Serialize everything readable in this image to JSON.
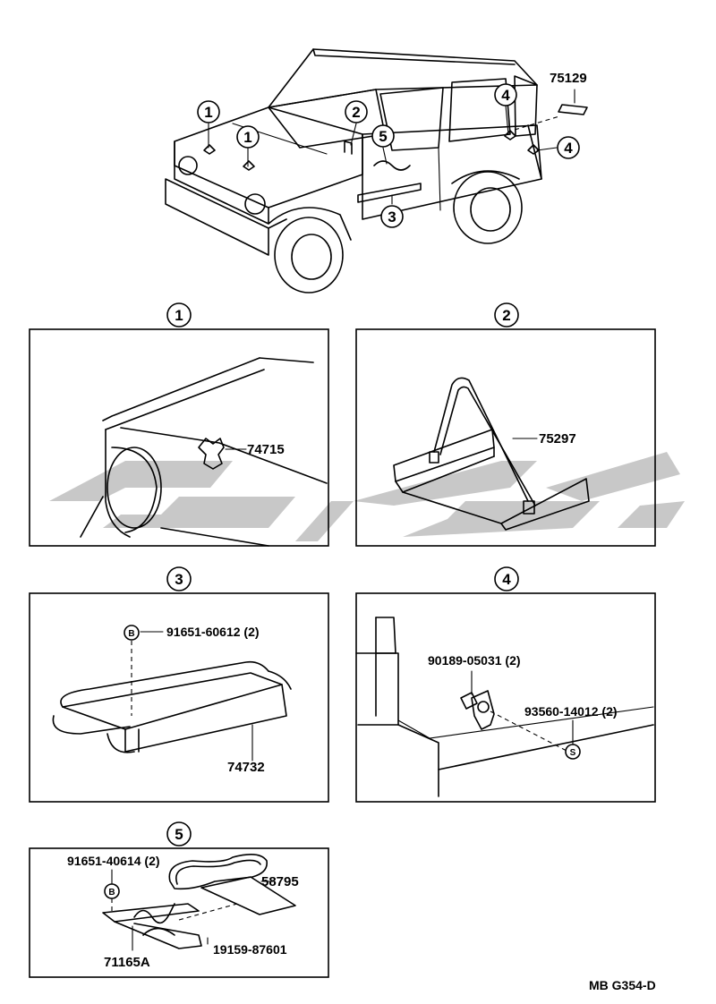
{
  "callouts": [
    "1",
    "2",
    "3",
    "4",
    "5"
  ],
  "top_part": "75129",
  "panel1": {
    "part": "74715"
  },
  "panel2": {
    "part": "75297"
  },
  "panel3": {
    "fastener_symbol": "B",
    "fastener": "91651-60612 (2)",
    "part": "74732"
  },
  "panel4": {
    "bolt": "90189-05031 (2)",
    "nut_symbol": "S",
    "nut": "93560-14012 (2)"
  },
  "panel5": {
    "fastener": "91651-40614 (2)",
    "fastener_symbol": "B",
    "part_a": "58795",
    "part_b": "19159-87601",
    "part_c": "71165A"
  },
  "code": "MB G354-D"
}
